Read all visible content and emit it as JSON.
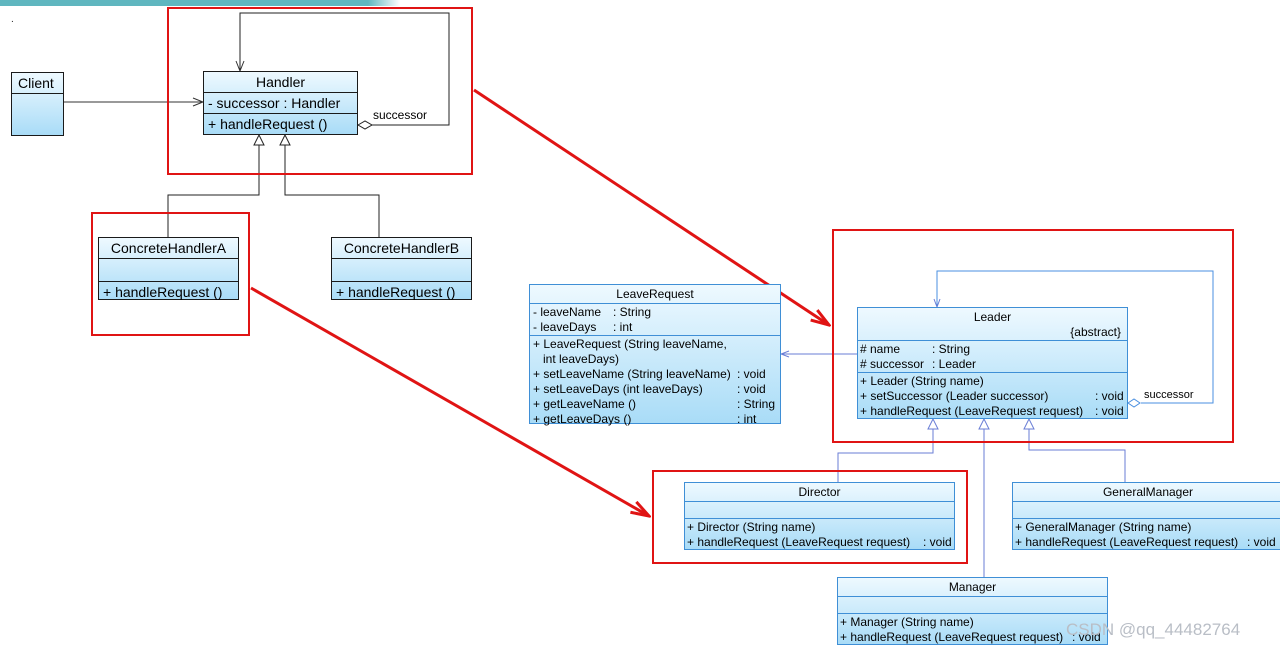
{
  "client": {
    "name": "Client"
  },
  "handler": {
    "name": "Handler",
    "attributes": [
      "- successor : Handler"
    ],
    "operations": [
      "+ handleRequest ()"
    ],
    "association_label": "successor"
  },
  "concrete_a": {
    "name": "ConcreteHandlerA",
    "operations": [
      "+ handleRequest ()"
    ]
  },
  "concrete_b": {
    "name": "ConcreteHandlerB",
    "operations": [
      "+ handleRequest ()"
    ]
  },
  "leave_request": {
    "name": "LeaveRequest",
    "attributes": [
      {
        "left": "- leaveName",
        "right": ": String"
      },
      {
        "left": "- leaveDays",
        "right": ": int"
      }
    ],
    "operations": [
      {
        "left": "+ LeaveRequest (String leaveName,",
        "right": ""
      },
      {
        "left": "   int leaveDays)",
        "right": ""
      },
      {
        "left": "+ setLeaveName (String leaveName)",
        "right": ": void"
      },
      {
        "left": "+ setLeaveDays (int leaveDays)",
        "right": ": void"
      },
      {
        "left": "+ getLeaveName ()",
        "right": ": String"
      },
      {
        "left": "+ getLeaveDays ()",
        "right": ": int"
      }
    ]
  },
  "leader": {
    "name": "Leader",
    "stereotype": "{abstract}",
    "attributes": [
      {
        "left": "# name",
        "right": ": String"
      },
      {
        "left": "# successor",
        "right": ": Leader"
      }
    ],
    "operations": [
      {
        "left": "+ Leader (String name)",
        "right": ""
      },
      {
        "left": "+ setSuccessor (Leader successor)",
        "right": ": void"
      },
      {
        "left": "+ handleRequest (LeaveRequest request)",
        "right": ": void"
      }
    ],
    "association_label": "successor"
  },
  "director": {
    "name": "Director",
    "operations": [
      {
        "left": "+ Director (String name)",
        "right": ""
      },
      {
        "left": "+ handleRequest (LeaveRequest request)",
        "right": ": void"
      }
    ]
  },
  "general_manager": {
    "name": "GeneralManager",
    "operations": [
      {
        "left": "+ GeneralManager (String name)",
        "right": ""
      },
      {
        "left": "+ handleRequest (LeaveRequest request)",
        "right": ": void"
      }
    ]
  },
  "manager": {
    "name": "Manager",
    "operations": [
      {
        "left": "+ Manager (String name)",
        "right": ""
      },
      {
        "left": "+ handleRequest (LeaveRequest request)",
        "right": ": void"
      }
    ]
  },
  "watermark": "CSDN @qq_44482764",
  "colors": {
    "highlight": "#e01414",
    "class_fill_top": "#eef9ff",
    "class_fill_bottom": "#a9dcf7",
    "blue_line": "#3f8fd6"
  }
}
